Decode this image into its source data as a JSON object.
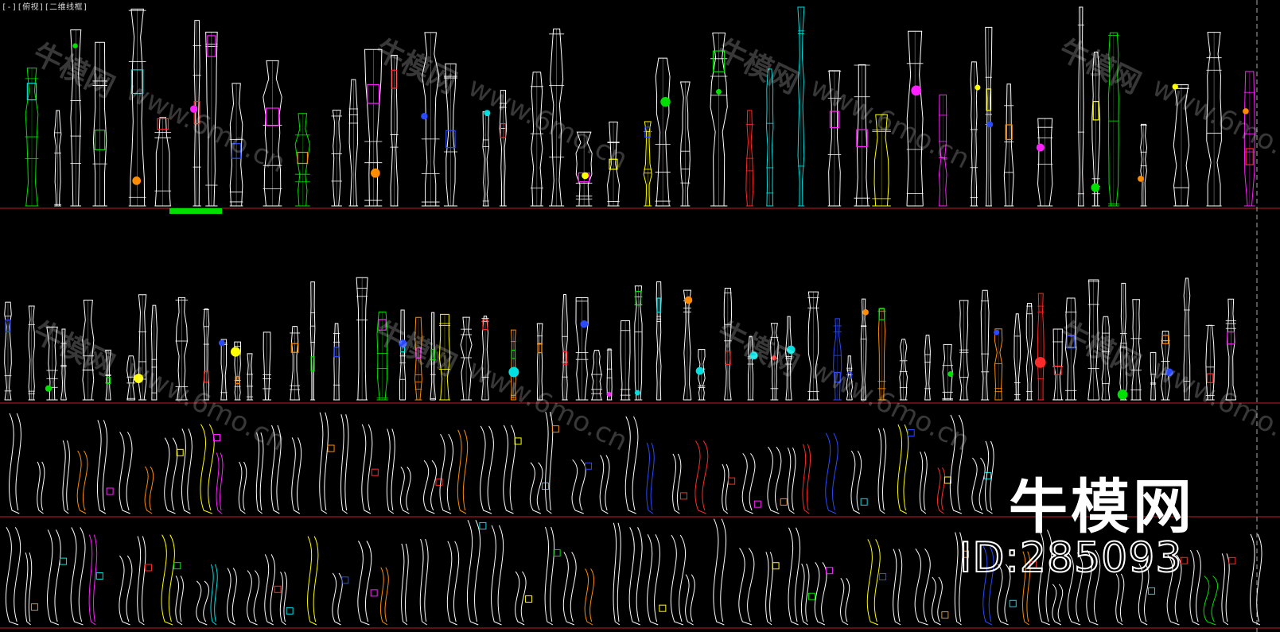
{
  "viewport": {
    "label": "[-][俯视][二维线框]"
  },
  "watermark": {
    "text_cn": "牛模网",
    "text_url": "www.6mo.cn"
  },
  "overlay": {
    "logo": "牛模网",
    "id": "ID:285093"
  },
  "colors": {
    "background": "#000000",
    "separator": "#c0202a",
    "stroke": "#ffffff",
    "accents": [
      "#ff2a2a",
      "#00e000",
      "#ff20ff",
      "#2a4aff",
      "#00e0e0",
      "#ffff00",
      "#ff8c00"
    ]
  }
}
